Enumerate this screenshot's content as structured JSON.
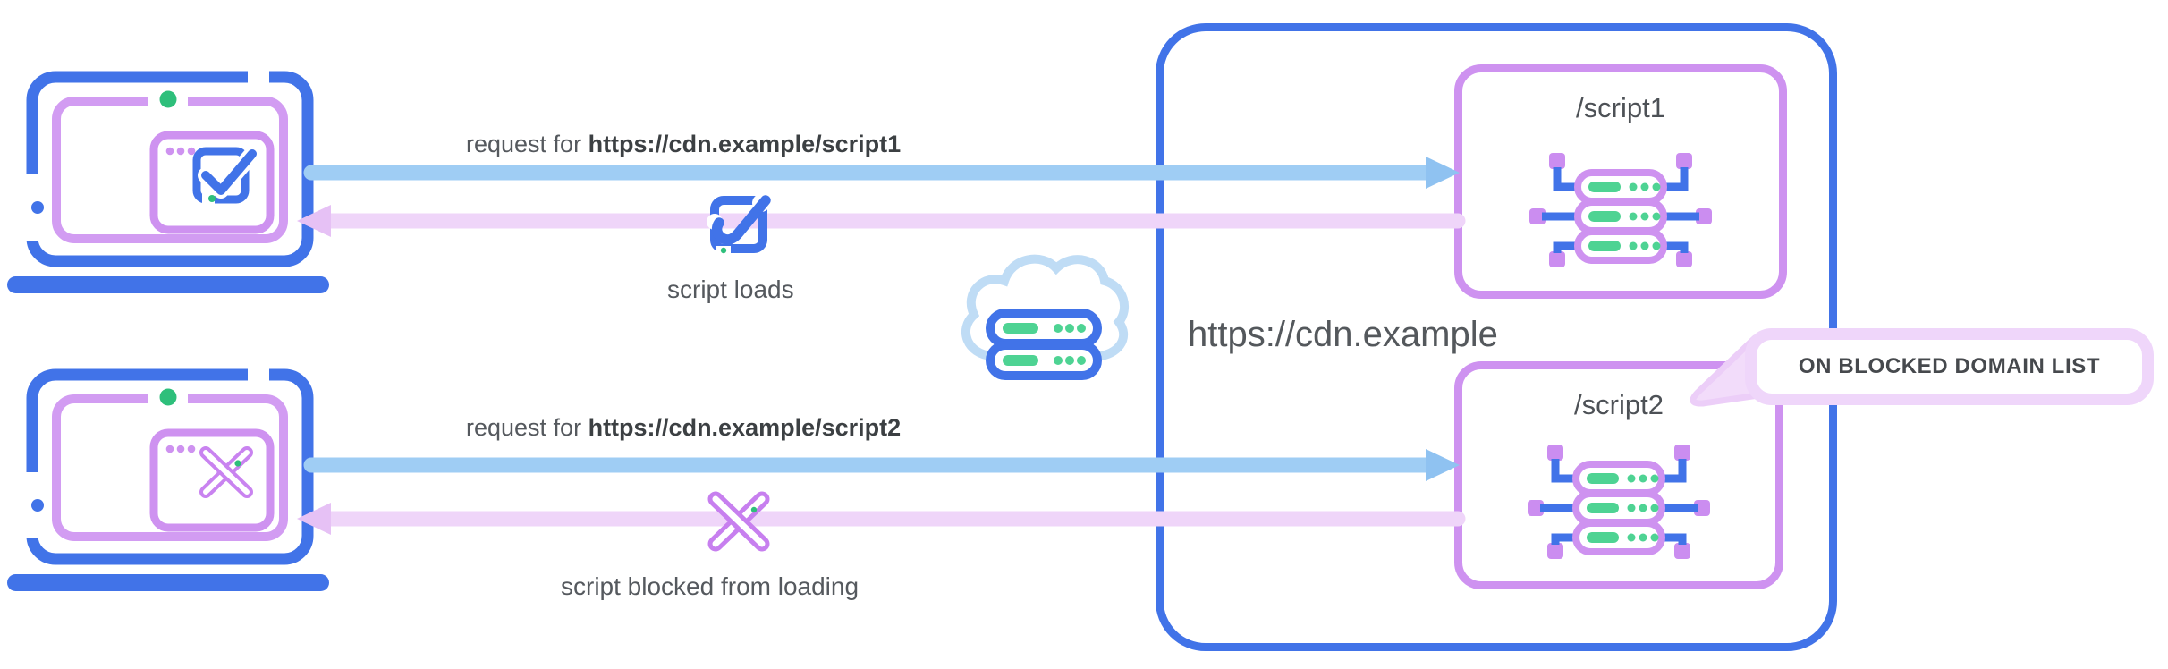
{
  "labels": {
    "flow1": {
      "request_prefix": "request for ",
      "request_url": "https://cdn.example/script1",
      "response": "script loads"
    },
    "flow2": {
      "request_prefix": "request for ",
      "request_url": "https://cdn.example/script2",
      "response": "script blocked from loading"
    },
    "cdn": {
      "domain": "https://cdn.example",
      "endpoint1": "/script1",
      "endpoint2": "/script2",
      "tooltip": "ON BLOCKED DOMAIN LIST"
    }
  },
  "icons": {
    "client_allowed": "laptop-with-check-icon",
    "client_blocked": "laptop-with-cross-icon",
    "response_ok": "check-square-icon",
    "response_blocked": "cross-icon",
    "network": "cloud-server-icon",
    "endpoint": "server-node-icon",
    "callout": "speech-bubble"
  },
  "colors": {
    "blue": "#4173E8",
    "light_blue_arrow": "#9FCDF4",
    "purple": "#CE92F0",
    "bright_purple": "#C77FEF",
    "light_purple_arrow": "#EFD5F9",
    "lavender_tooltip": "#EFD6FA",
    "green": "#2EBF7B",
    "text_gray": "#5F6368",
    "text_dark": "#3C4043"
  }
}
